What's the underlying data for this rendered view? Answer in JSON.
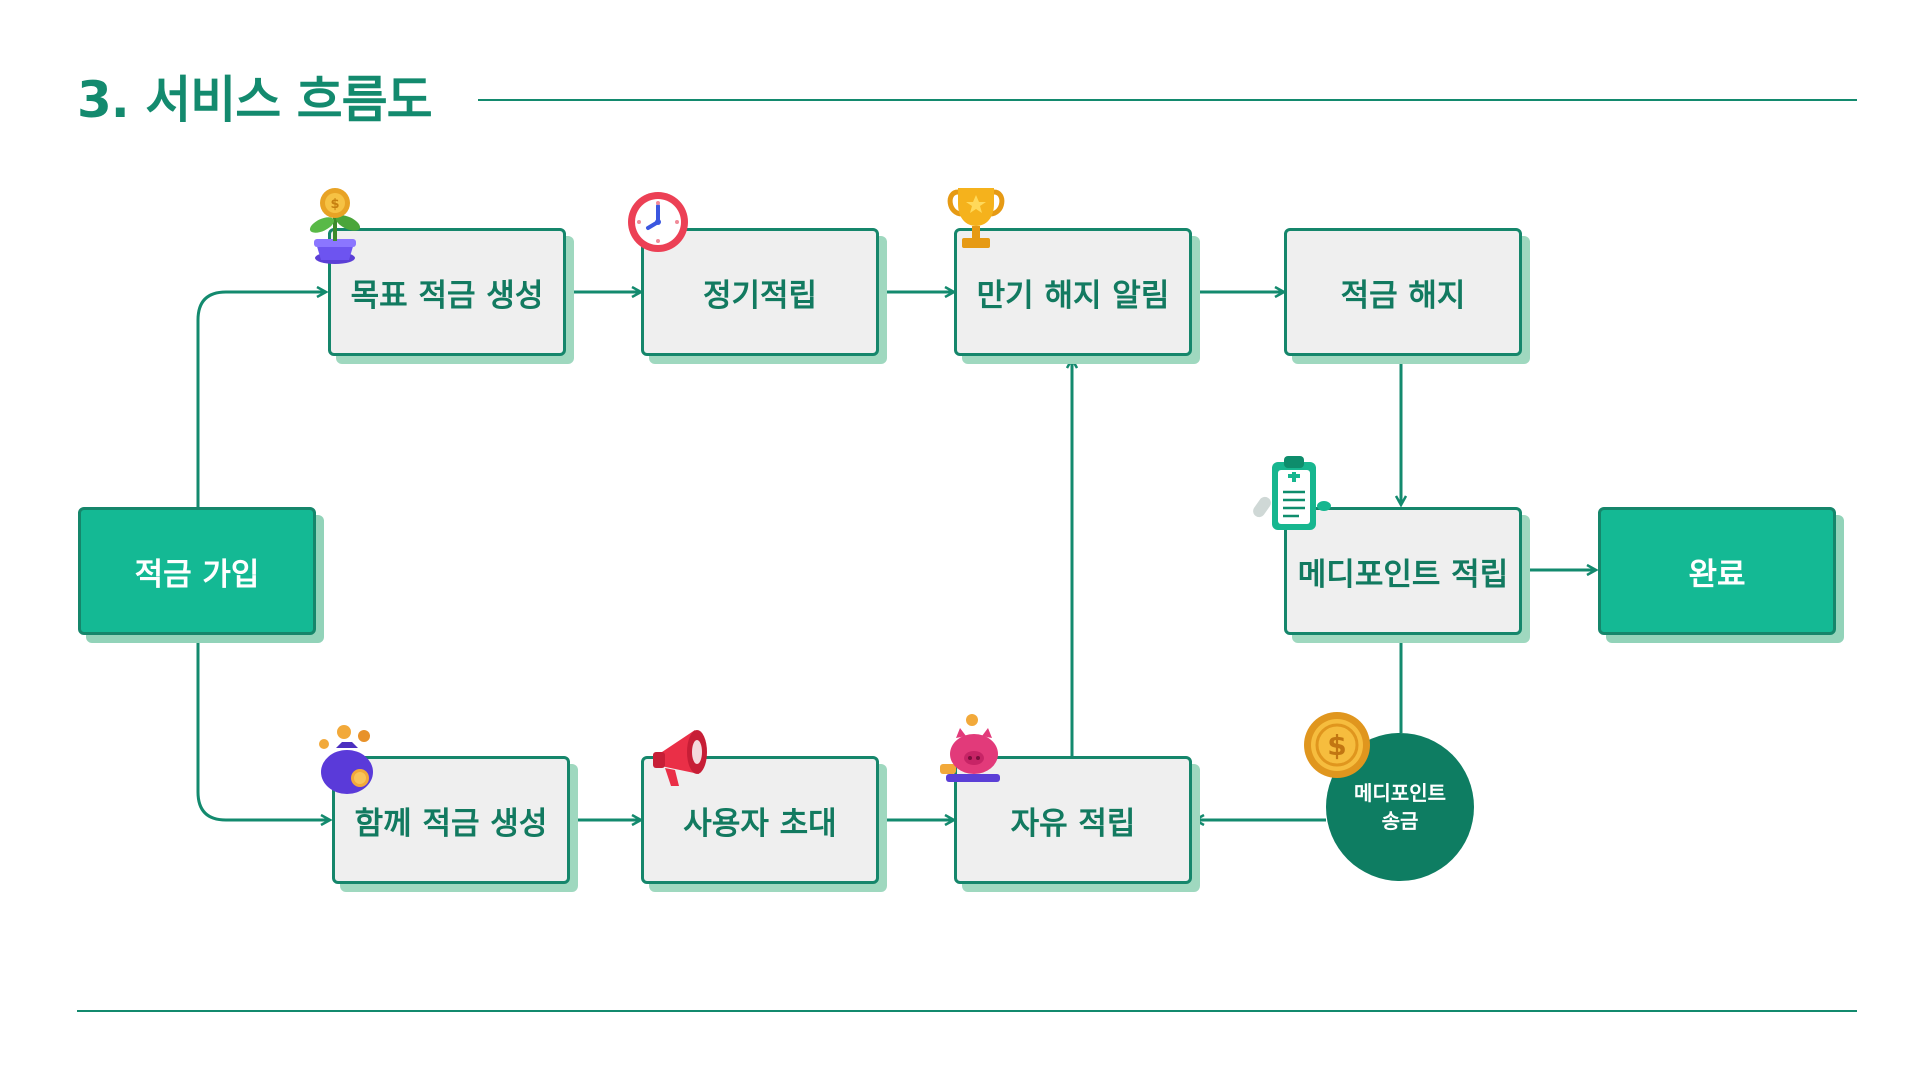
{
  "title": "3. 서비스 흐름도",
  "nodes": {
    "signup": "적금 가입",
    "goal": "목표 적금 생성",
    "regular": "정기적립",
    "maturity": "만기 해지 알림",
    "cancel": "적금 해지",
    "medipoint": "메디포인트 적립",
    "done": "완료",
    "together": "함께 적금 생성",
    "invite": "사용자 초대",
    "free": "자유 적립"
  },
  "transfer": {
    "line1": "메디포인트",
    "line2": "송금"
  },
  "colors": {
    "accent": "#138a6e",
    "node_fill": "#efefef",
    "solid_fill": "#14b994",
    "shadow": "#9fd8bf",
    "circle": "#0e7d62"
  },
  "icons": [
    "money-plant-icon",
    "alarm-clock-icon",
    "trophy-icon",
    "money-bag-icon",
    "megaphone-icon",
    "piggy-bank-icon",
    "clipboard-icon",
    "coin-icon"
  ]
}
